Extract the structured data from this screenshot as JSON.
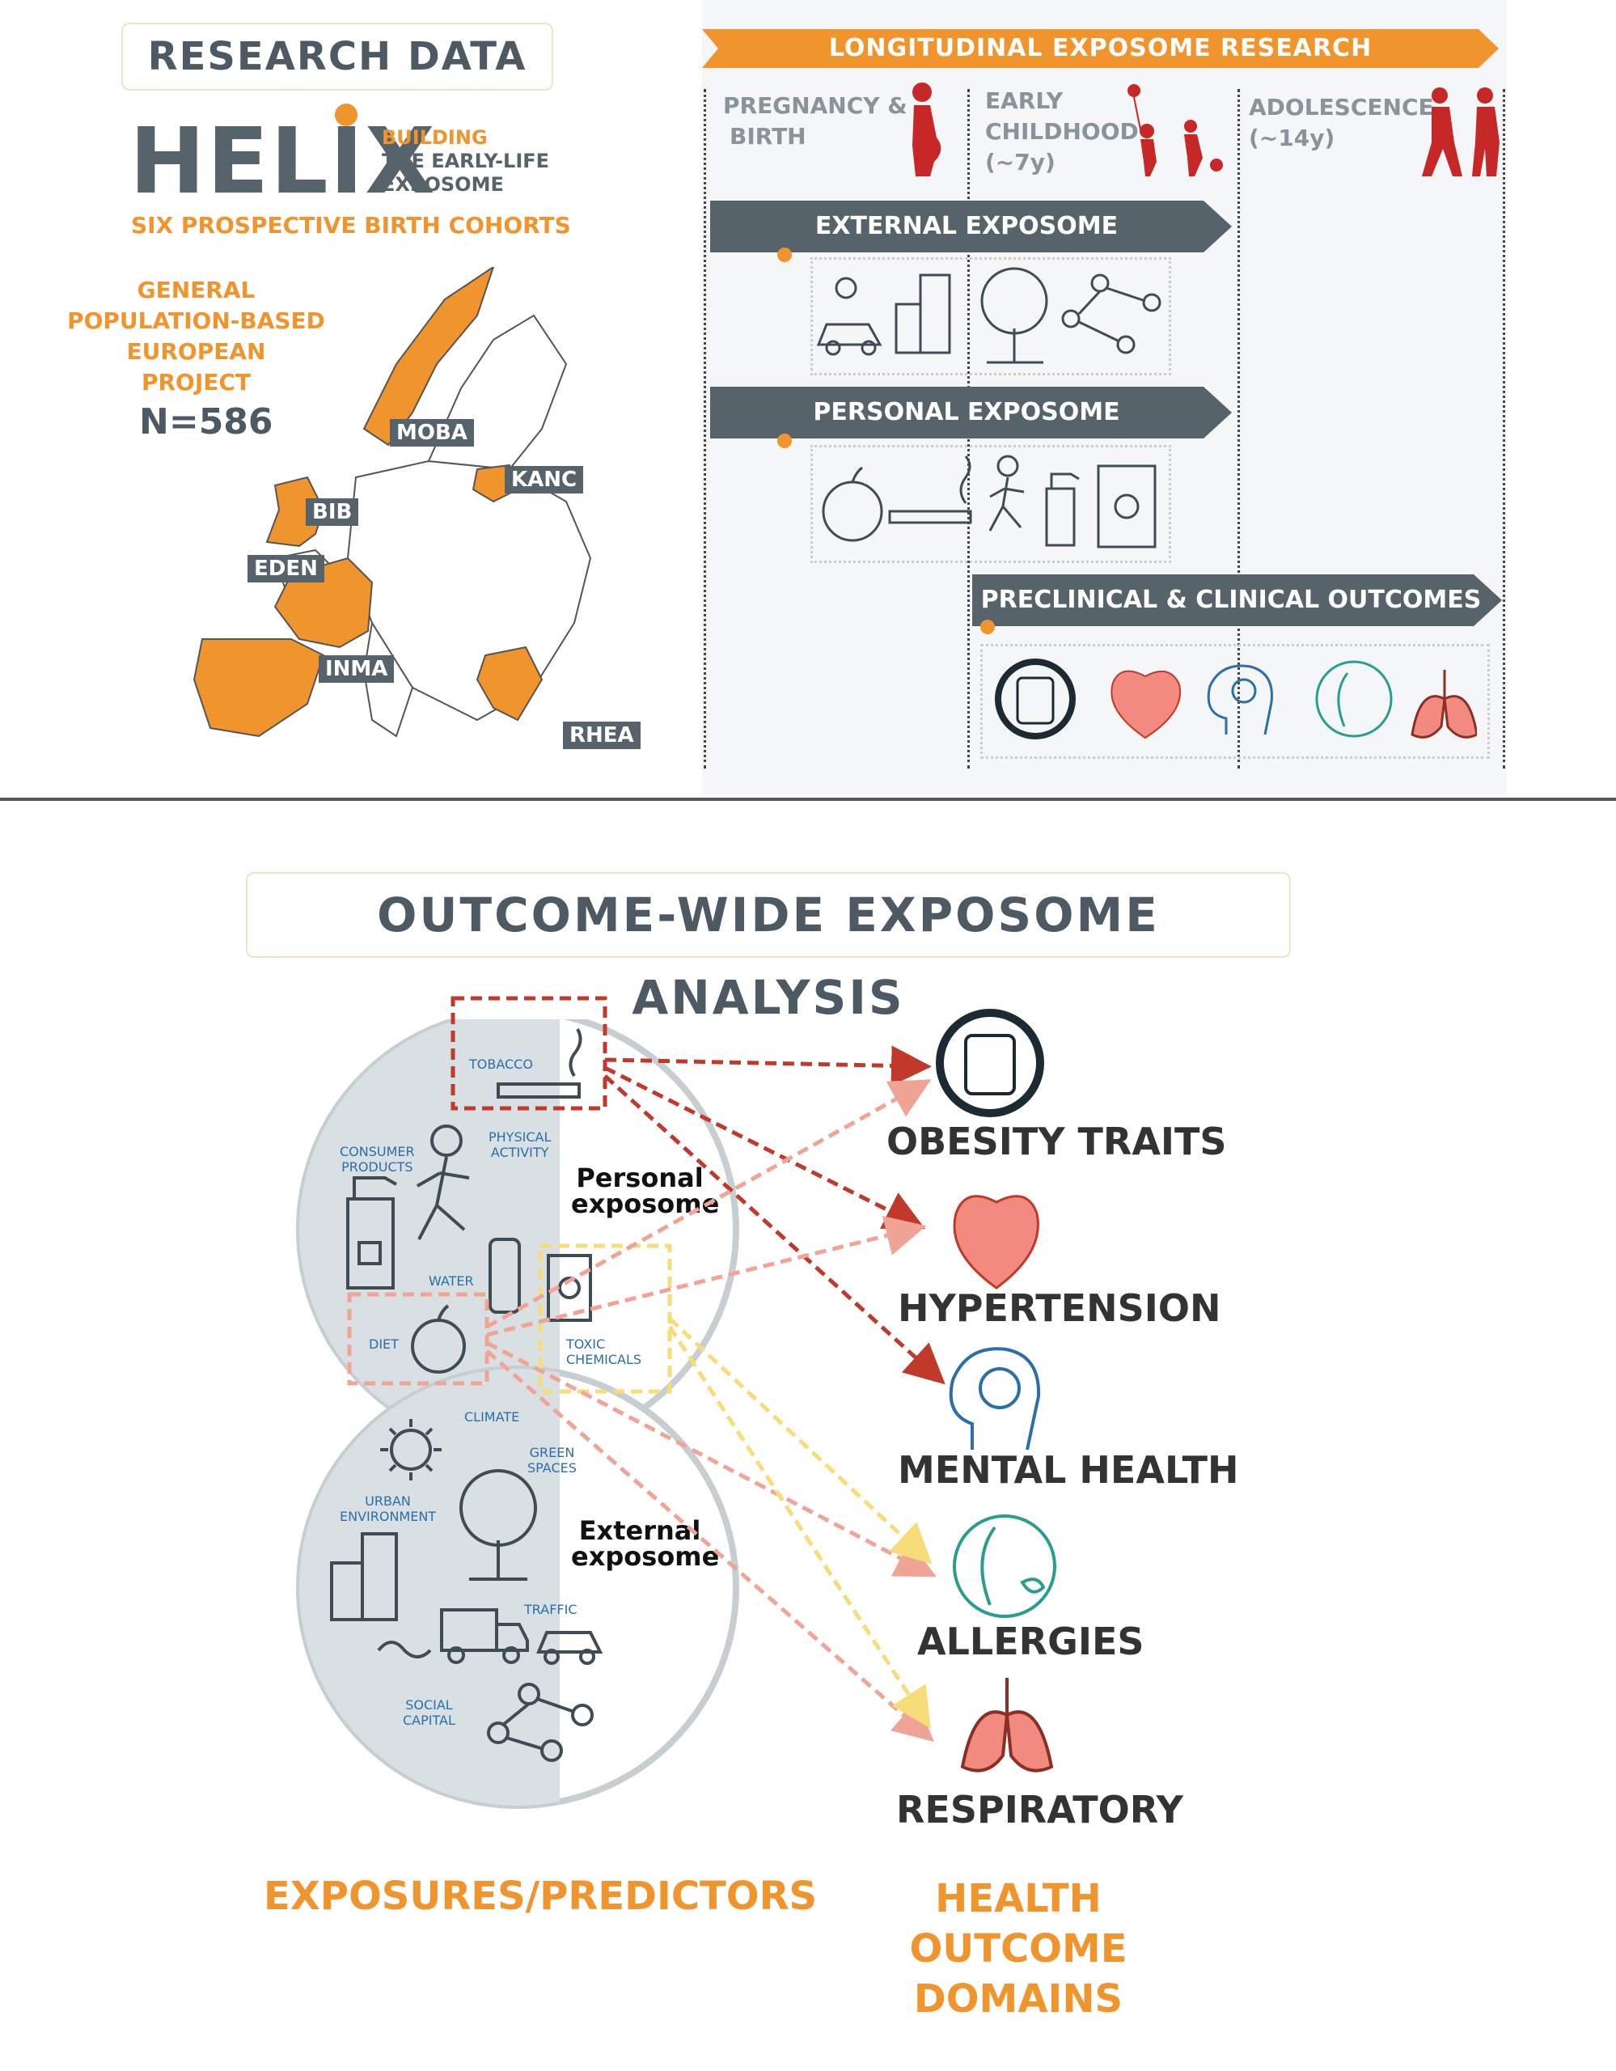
{
  "top_left": {
    "title": "RESEARCH DATA",
    "logo_text": "HELIX",
    "logo_tagline": [
      "BUILDING",
      "THE EARLY-LIFE",
      "EXPOSOME"
    ],
    "subtitle": "SIX PROSPECTIVE BIRTH COHORTS",
    "description": [
      "GENERAL",
      "POPULATION-BASED",
      "EUROPEAN",
      "PROJECT"
    ],
    "n_label": "N=586",
    "cohorts": [
      "MOBA",
      "KANC",
      "BIB",
      "EDEN",
      "INMA",
      "RHEA"
    ]
  },
  "top_right": {
    "banner": "LONGITUDINAL EXPOSOME RESEARCH",
    "stages": [
      {
        "label": [
          "PREGNANCY &",
          "BIRTH"
        ]
      },
      {
        "label": [
          "EARLY",
          "CHILDHOOD",
          "(~7y)"
        ]
      },
      {
        "label": [
          "ADOLESCENCE",
          "(~14y)"
        ]
      }
    ],
    "external": "EXTERNAL EXPOSOME",
    "personal": "PERSONAL EXPOSOME",
    "outcomes": "PRECLINICAL & CLINICAL OUTCOMES"
  },
  "bottom": {
    "title": "OUTCOME-WIDE EXPOSOME ANALYSIS",
    "personal_circle": [
      "Personal",
      "exposome"
    ],
    "external_circle": [
      "External",
      "exposome"
    ],
    "exposure_labels": {
      "tobacco": "TOBACCO",
      "consumer": [
        "CONSUMER",
        "PRODUCTS"
      ],
      "physical": [
        "PHYSICAL",
        "ACTIVITY"
      ],
      "water": "WATER",
      "diet": "DIET",
      "toxic": [
        "TOXIC",
        "CHEMICALS"
      ],
      "climate": "CLIMATE",
      "green": [
        "GREEN",
        "SPACES"
      ],
      "urban": [
        "URBAN",
        "ENVIRONMENT"
      ],
      "traffic": "TRAFFIC",
      "social": [
        "SOCIAL",
        "CAPITAL"
      ]
    },
    "outcomes": [
      "OBESITY TRAITS",
      "HYPERTENSION",
      "MENTAL HEALTH",
      "ALLERGIES",
      "RESPIRATORY"
    ],
    "left_footer": "EXPOSURES/PREDICTORS",
    "right_footer": [
      "HEALTH OUTCOME",
      "DOMAINS"
    ]
  },
  "colors": {
    "orange": "#f0952d",
    "slate": "#56636b",
    "dark_red": "#c0392b",
    "salmon": "#f0a495",
    "yellow": "#f7dc7a",
    "circle_fill": "#d9e0e3"
  }
}
